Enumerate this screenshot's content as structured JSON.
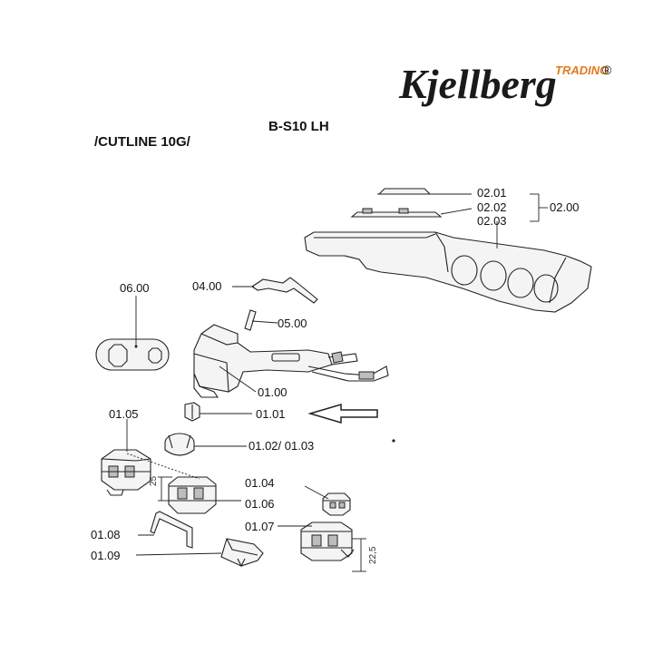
{
  "logo": {
    "brand": "Kjellberg",
    "tag": "TRADING",
    "reg": "®"
  },
  "header": {
    "model": "B-S10 LH",
    "series": "/CUTLINE 10G/"
  },
  "labels": {
    "p0201": "02.01",
    "p0202": "02.02",
    "p0203": "02.03",
    "p0200": "02.00",
    "p0600": "06.00",
    "p0400": "04.00",
    "p0500": "05.00",
    "p0100": "01.00",
    "p0101": "01.01",
    "p0102_0103": "01.02/ 01.03",
    "p0105": "01.05",
    "p0104": "01.04",
    "p0106": "01.06",
    "p0107": "01.07",
    "p0108": "01.08",
    "p0109": "01.09"
  },
  "dimensions": {
    "d1": "25",
    "d2": "22,5"
  },
  "colors": {
    "line": "#222222",
    "brand_accent": "#e07a1f"
  }
}
